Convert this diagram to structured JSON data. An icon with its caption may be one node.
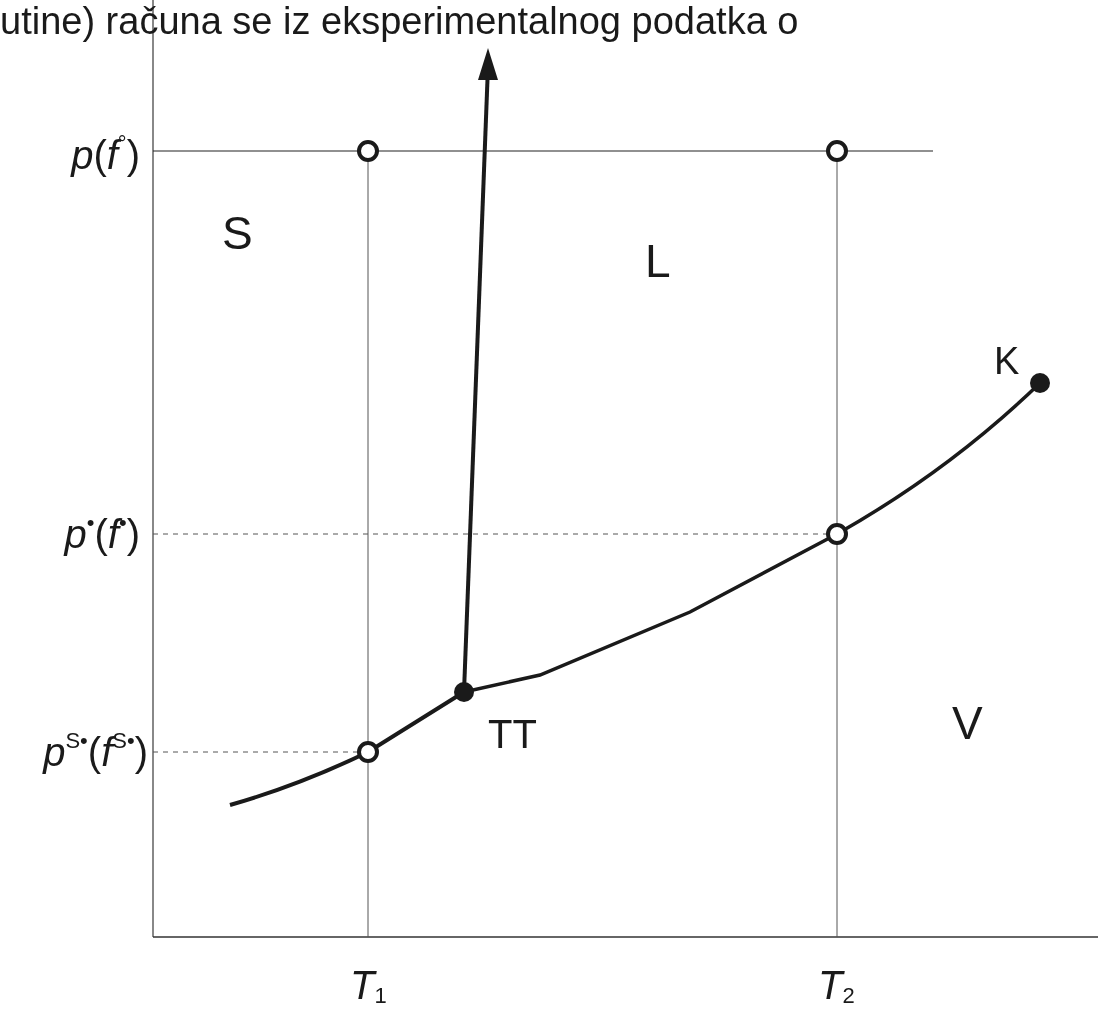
{
  "diagram": {
    "labels": [
      "utine) računa se iz eksperimentalnog podatka o",
      "*p*(*f*$^{°}$)",
      "S",
      "L",
      "K",
      "*p*$^{•}$(*f*$^{•}$)",
      "TT",
      "V",
      "*p*$^{S•}$(*f*$^{S•}$)",
      "*T*$_{1}$",
      "*T*$_{2}$"
    ]
  }
}
